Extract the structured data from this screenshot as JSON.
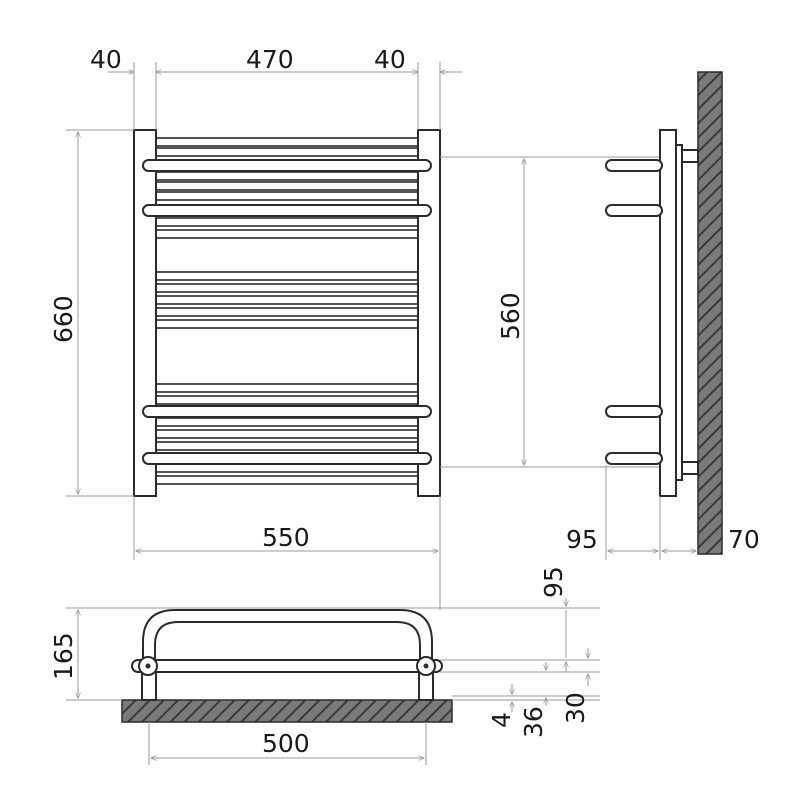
{
  "dimensions": {
    "left_post_width": "40",
    "inner_width": "470",
    "right_post_width": "40",
    "total_height": "660",
    "mount_spacing": "560",
    "total_width": "550",
    "side_depth": "95",
    "wall_offset": "70",
    "top_view_depth": "165",
    "shelf_depth": "95",
    "floor_gap": "4",
    "bracket_height": "36",
    "bracket_offset": "30",
    "mount_width": "500"
  },
  "colors": {
    "line": "#2b2b2b",
    "dimension": "#9a9a9a",
    "wall_fill": "#6e6e6e"
  }
}
